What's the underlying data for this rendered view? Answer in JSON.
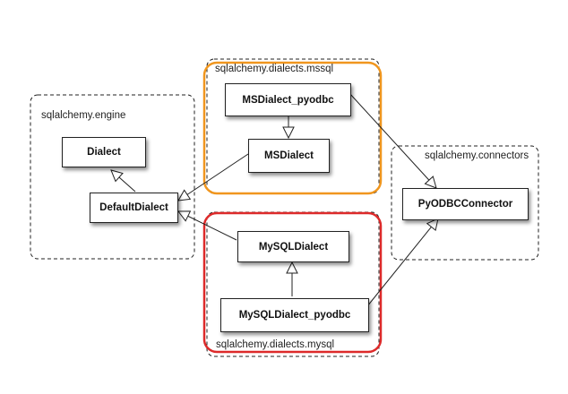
{
  "packages": {
    "engine": "sqlalchemy.engine",
    "mssql": "sqlalchemy.dialects.mssql",
    "connectors": "sqlalchemy.connectors",
    "mysql": "sqlalchemy.dialects.mysql"
  },
  "classes": {
    "dialect": "Dialect",
    "default_dialect": "DefaultDialect",
    "msdialect_pyodbc": "MSDialect_pyodbc",
    "msdialect": "MSDialect",
    "mysql_dialect": "MySQLDialect",
    "mysqldialect_pyodbc": "MySQLDialect_pyodbc",
    "pyodbc_connector": "PyODBCConnector"
  },
  "colors": {
    "mssql_highlight": "#F0961E",
    "mysql_highlight": "#DD2A2A",
    "package_border": "#222222"
  }
}
